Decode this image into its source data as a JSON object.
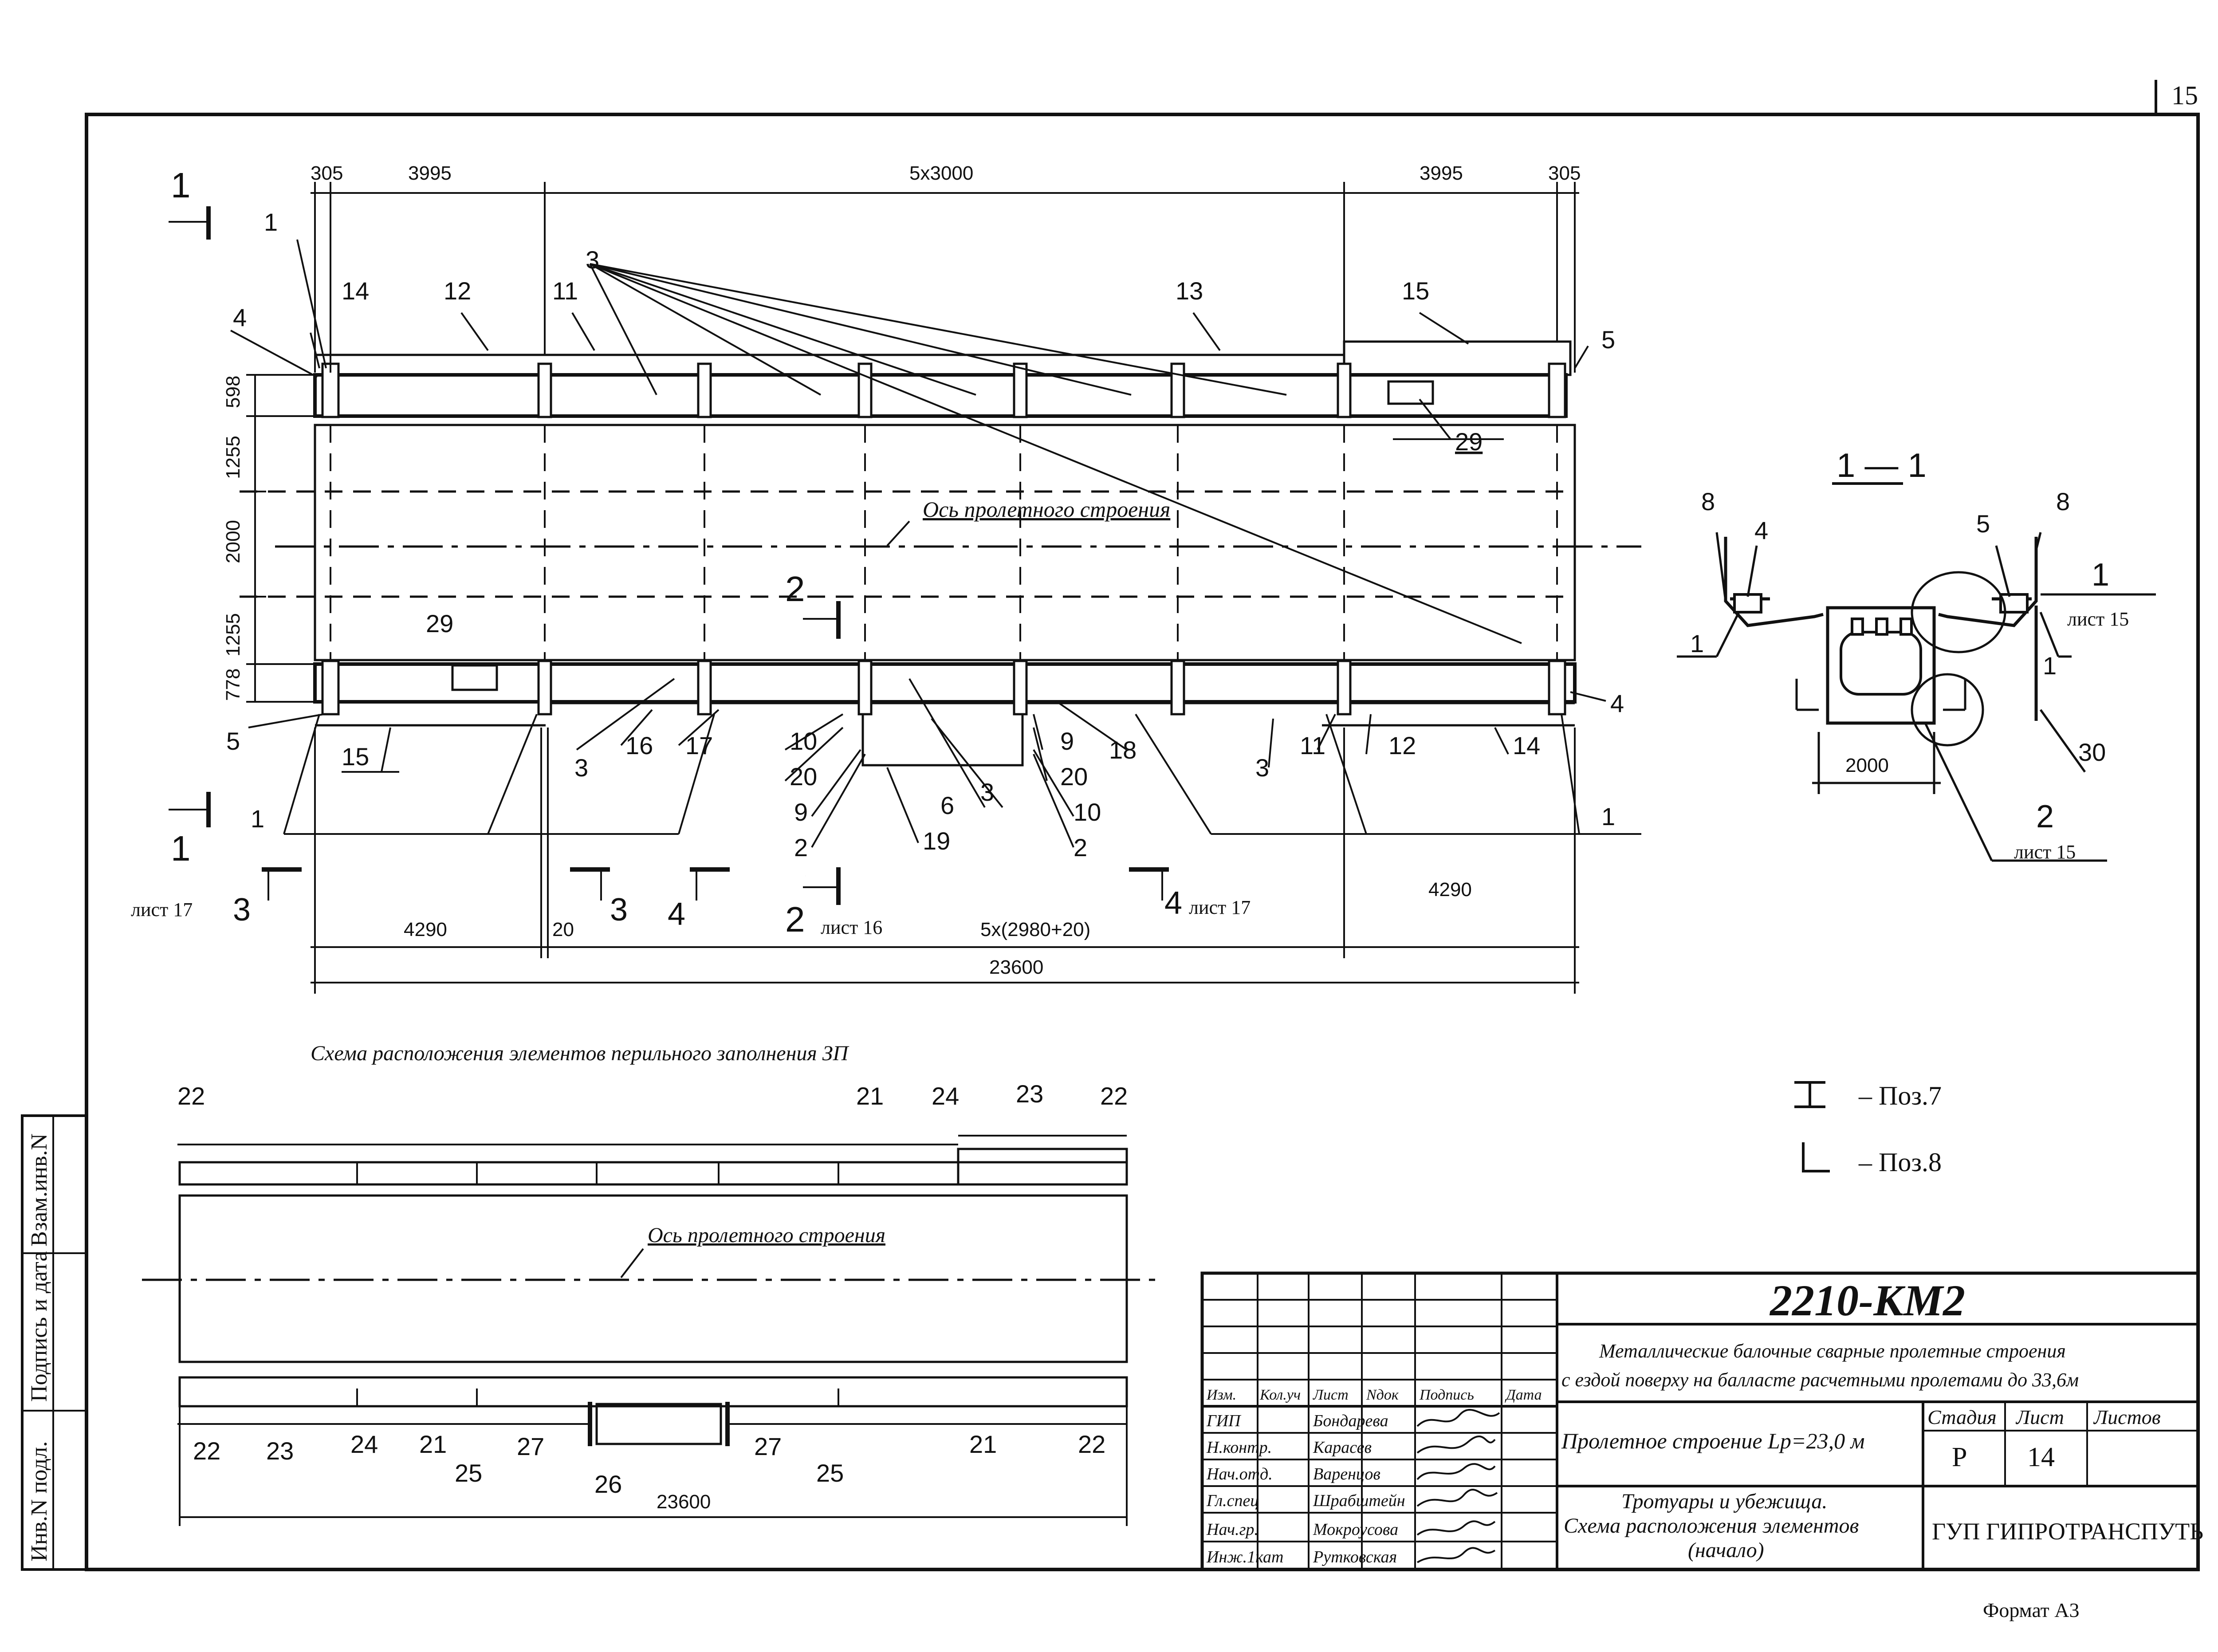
{
  "sheet_number_corner": "15",
  "format_label": "Формат А3",
  "plan": {
    "dims_top": [
      "305",
      "3995",
      "5x3000",
      "3995",
      "305"
    ],
    "dims_left": [
      "598",
      "1255",
      "2000",
      "1255",
      "778"
    ],
    "dims_bottom": [
      "4290",
      "20",
      "5x(2980+20)",
      "4290"
    ],
    "dim_total": "23600",
    "axis_label": "Ось пролетного строения",
    "section_cut": "1",
    "section_2": "2",
    "section_3": "3",
    "section_4": "4",
    "sheet_ref_17": "лист 17",
    "sheet_ref_16": "лист 16",
    "positions_top": [
      "1",
      "4",
      "14",
      "12",
      "3",
      "11",
      "13",
      "15",
      "5",
      "29"
    ],
    "positions_bottom": [
      "29",
      "5",
      "15",
      "3",
      "16",
      "17",
      "10",
      "20",
      "9",
      "2",
      "19",
      "6",
      "3",
      "9",
      "20",
      "10",
      "2",
      "18",
      "3",
      "11",
      "12",
      "14",
      "1",
      "4",
      "1",
      "1"
    ]
  },
  "section_view": {
    "title": "1 — 1",
    "labels": [
      "8",
      "4",
      "1",
      "5",
      "8",
      "1",
      "1",
      "30",
      "2"
    ],
    "sheet_ref_a": "лист 15",
    "sheet_ref_b": "лист 15",
    "dim": "2000"
  },
  "legend": [
    {
      "symbol": "tee-icon",
      "text": "– Поз.7"
    },
    {
      "symbol": "angle-icon",
      "text": "– Поз.8"
    }
  ],
  "railing": {
    "title": "Схема расположения элементов перильного заполнения ЗП",
    "axis_label": "Ось пролетного строения",
    "labels_top": [
      "22",
      "21",
      "24",
      "23",
      "22"
    ],
    "labels_bottom": [
      "22",
      "23",
      "24",
      "21",
      "25",
      "27",
      "26",
      "27",
      "25",
      "21",
      "22"
    ],
    "dim_total": "23600"
  },
  "left_margin": {
    "inv_podl": "Инв.N подл.",
    "podpis": "Подпись и дата",
    "vzam": "Взам.инв.N"
  },
  "stamp": {
    "code": "2210-КМ2",
    "description_line1": "Металлические балочные сварные пролетные строения",
    "description_line2": "с ездой поверху на балласте расчетными пролетами до 33,6м",
    "headers": [
      "Изм.",
      "Кол.уч",
      "Лист",
      "Nдок",
      "Подпись",
      "Дата"
    ],
    "people": [
      {
        "role": "ГИП",
        "name": "Бондарева"
      },
      {
        "role": "Н.контр.",
        "name": "Карасев"
      },
      {
        "role": "Нач.отд.",
        "name": "Варенцов"
      },
      {
        "role": "Гл.спец",
        "name": "Шрабштейн"
      },
      {
        "role": "Нач.гр.",
        "name": "Мокроусова"
      },
      {
        "role": "Инж.1кат",
        "name": "Рутковская"
      }
    ],
    "object_title": "Пролетное строение Lp=23,0 м",
    "stage_header": "Стадия",
    "sheet_header": "Лист",
    "sheets_header": "Листов",
    "stage_value": "Р",
    "sheet_value": "14",
    "sheets_value": "",
    "drawing_title_line1": "Тротуары и убежища.",
    "drawing_title_line2": "Схема расположения элементов",
    "drawing_title_line3": "(начало)",
    "organization": "ГУП ГИПРОТРАНСПУТЬ"
  }
}
